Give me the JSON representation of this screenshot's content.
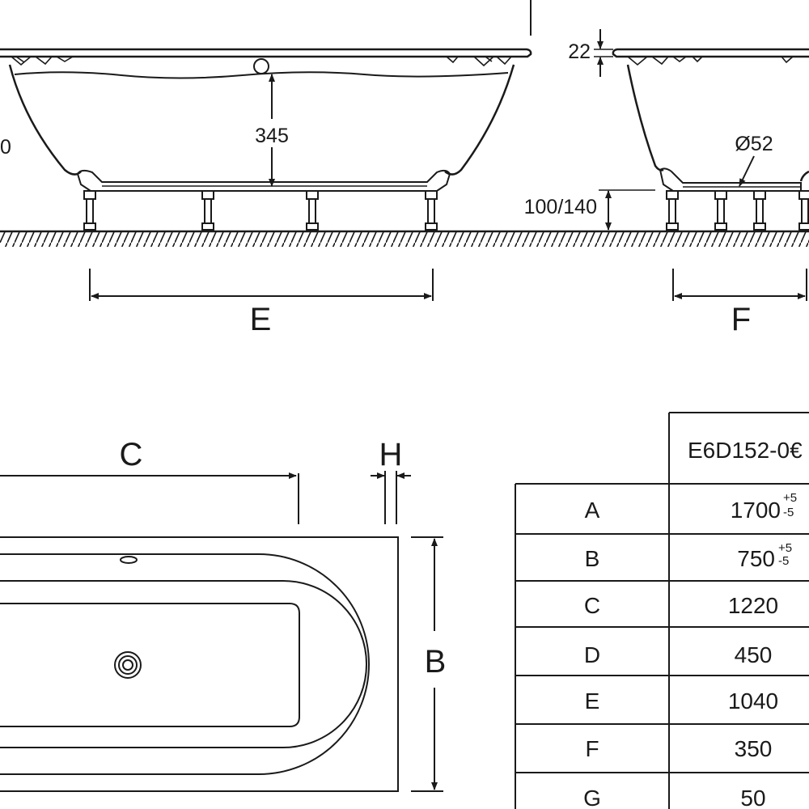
{
  "side_view": {
    "height_label": "345",
    "rim_label": "22",
    "drain_label": "Ø52",
    "leg_label": "100/140",
    "cut_label": "0",
    "length_letter": "E",
    "width_letter": "F"
  },
  "plan_view": {
    "c_letter": "C",
    "h_letter": "H",
    "b_letter": "B"
  },
  "spec_table": {
    "model": "E6D152-0€",
    "rows": [
      {
        "key": "A",
        "value": "1700",
        "tol_plus": "+5",
        "tol_minus": "-5"
      },
      {
        "key": "B",
        "value": "750",
        "tol_plus": "+5",
        "tol_minus": "-5"
      },
      {
        "key": "C",
        "value": "1220"
      },
      {
        "key": "D",
        "value": "450"
      },
      {
        "key": "E",
        "value": "1040"
      },
      {
        "key": "F",
        "value": "350"
      },
      {
        "key": "G",
        "value": "50"
      }
    ]
  },
  "colors": {
    "ink": "#1a1a1a",
    "paper": "#ffffff"
  }
}
